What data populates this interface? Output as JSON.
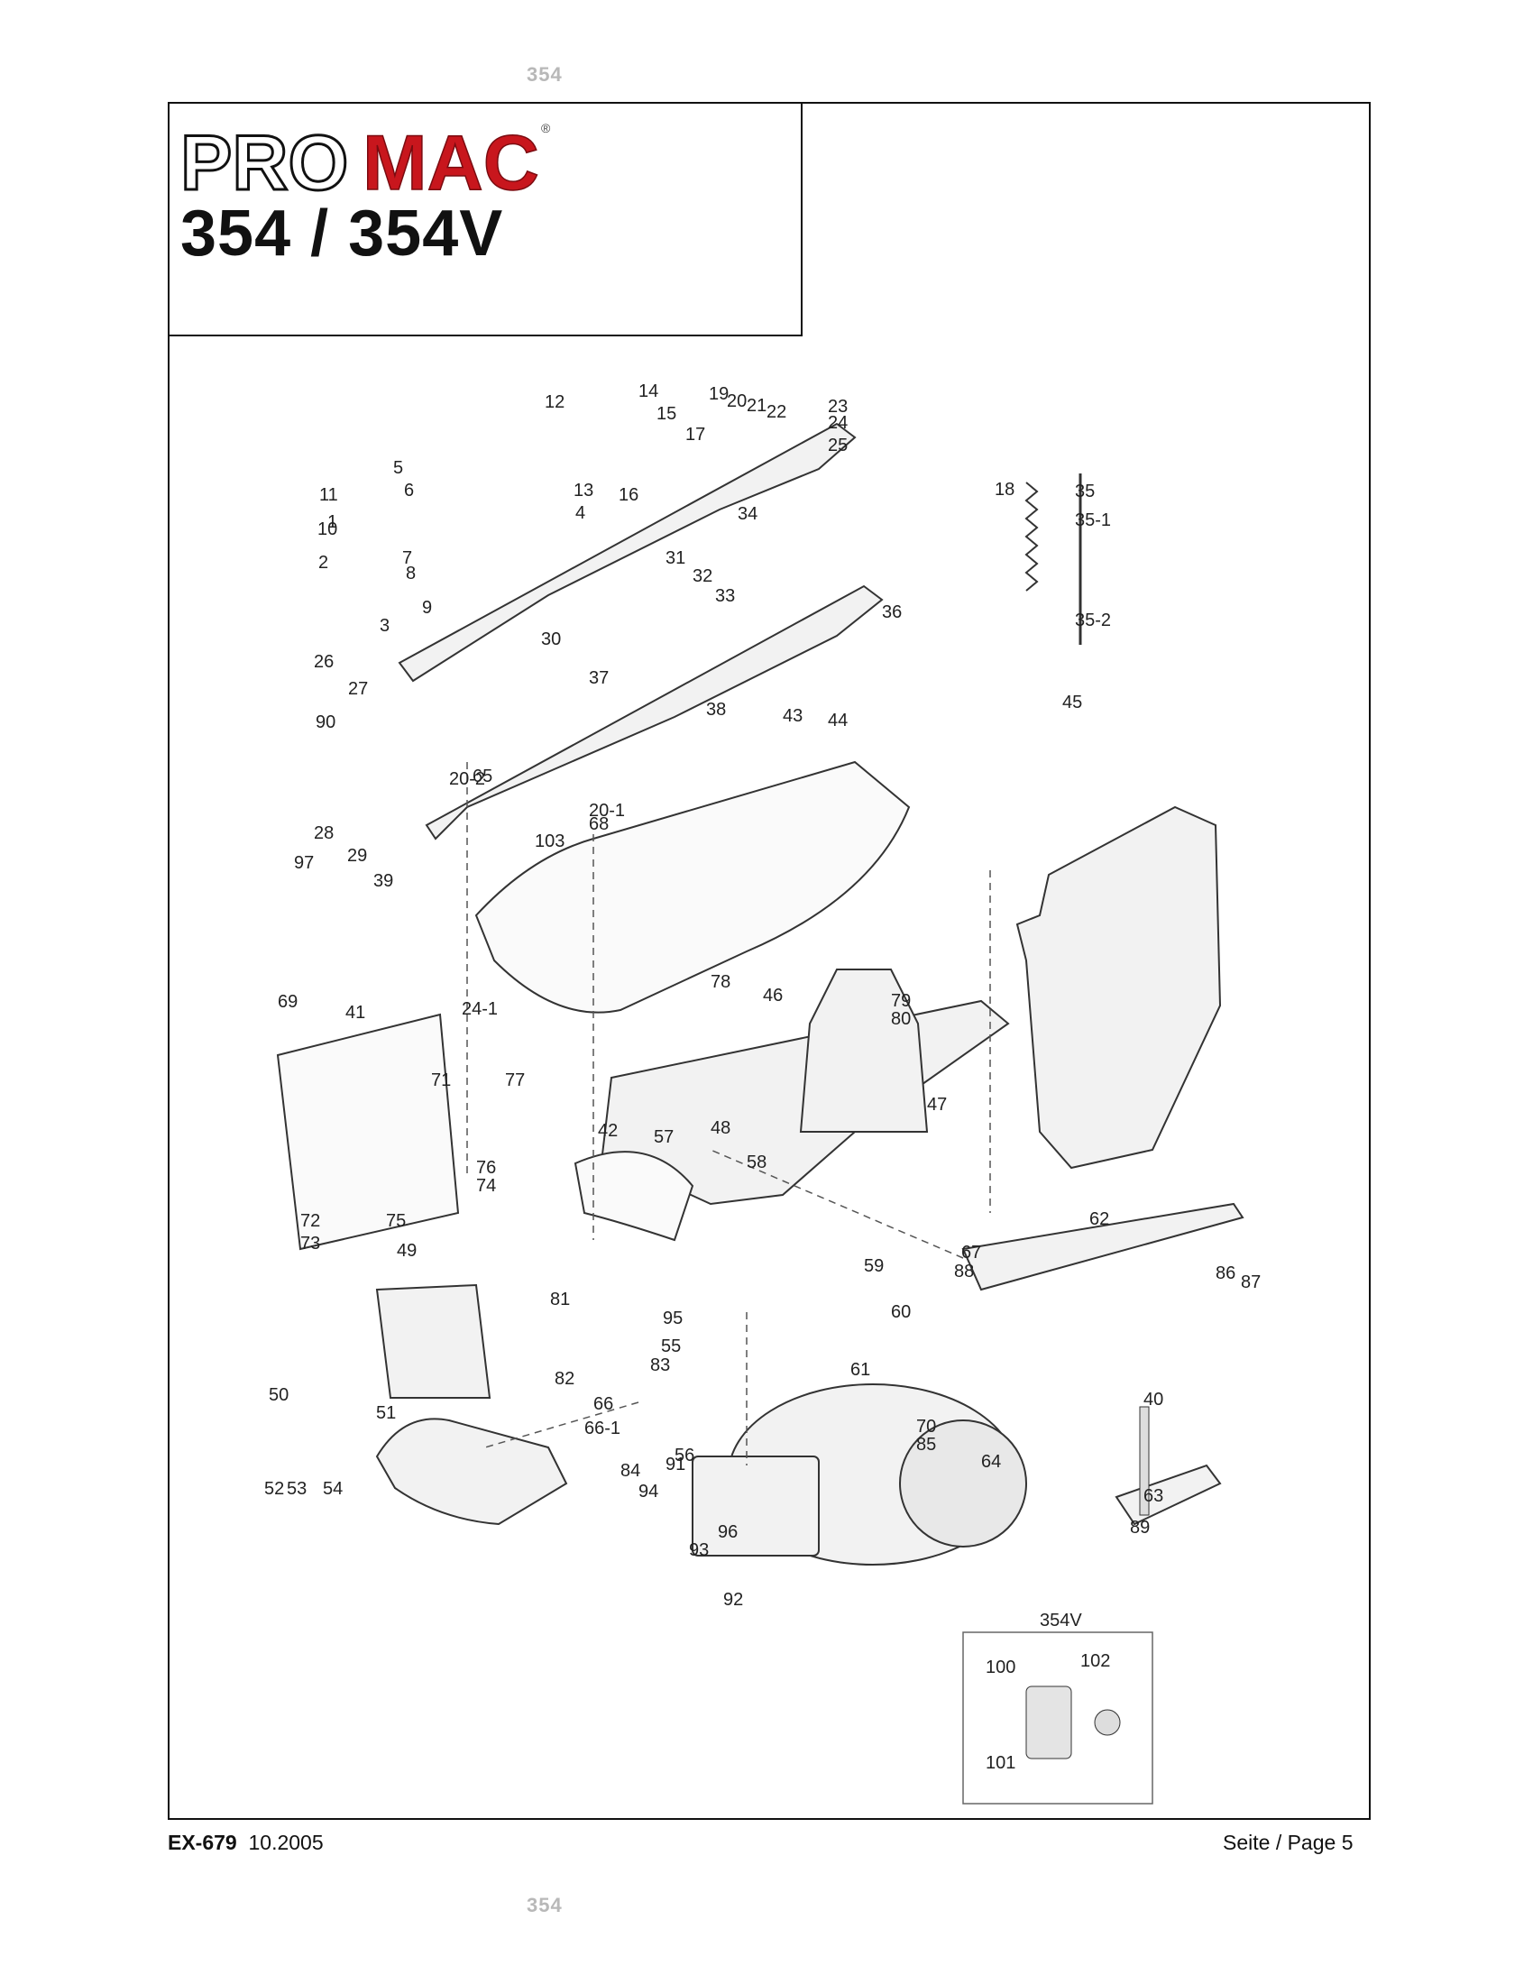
{
  "stamp_top": "354",
  "stamp_bottom": "354",
  "brand": {
    "part1": "PRO",
    "part2": "MAC",
    "registered": "®"
  },
  "model": "354 / 354V",
  "variant_label": "354V",
  "footer": {
    "doc_code": "EX-679",
    "date": "10.2005",
    "page": "Seite / Page 5"
  },
  "part_labels": [
    "1",
    "2",
    "3",
    "4",
    "5",
    "6",
    "7",
    "8",
    "9",
    "10",
    "11",
    "12",
    "13",
    "14",
    "15",
    "16",
    "17",
    "18",
    "19",
    "20",
    "21",
    "22",
    "23",
    "24",
    "25",
    "26",
    "27",
    "28",
    "29",
    "30",
    "31",
    "32",
    "33",
    "34",
    "35",
    "35-1",
    "35-2",
    "36",
    "37",
    "38",
    "39",
    "40",
    "41",
    "42",
    "43",
    "44",
    "45",
    "46",
    "47",
    "48",
    "49",
    "50",
    "51",
    "52",
    "53",
    "54",
    "55",
    "56",
    "57",
    "58",
    "59",
    "60",
    "61",
    "62",
    "63",
    "64",
    "65",
    "66",
    "66-1",
    "67",
    "68",
    "69",
    "70",
    "71",
    "72",
    "73",
    "74",
    "75",
    "76",
    "77",
    "78",
    "79",
    "80",
    "81",
    "82",
    "83",
    "84",
    "85",
    "86",
    "87",
    "88",
    "89",
    "90",
    "91",
    "92",
    "93",
    "94",
    "95",
    "96",
    "97",
    "100",
    "101",
    "102",
    "103",
    "20-1",
    "20-2",
    "24-1"
  ]
}
